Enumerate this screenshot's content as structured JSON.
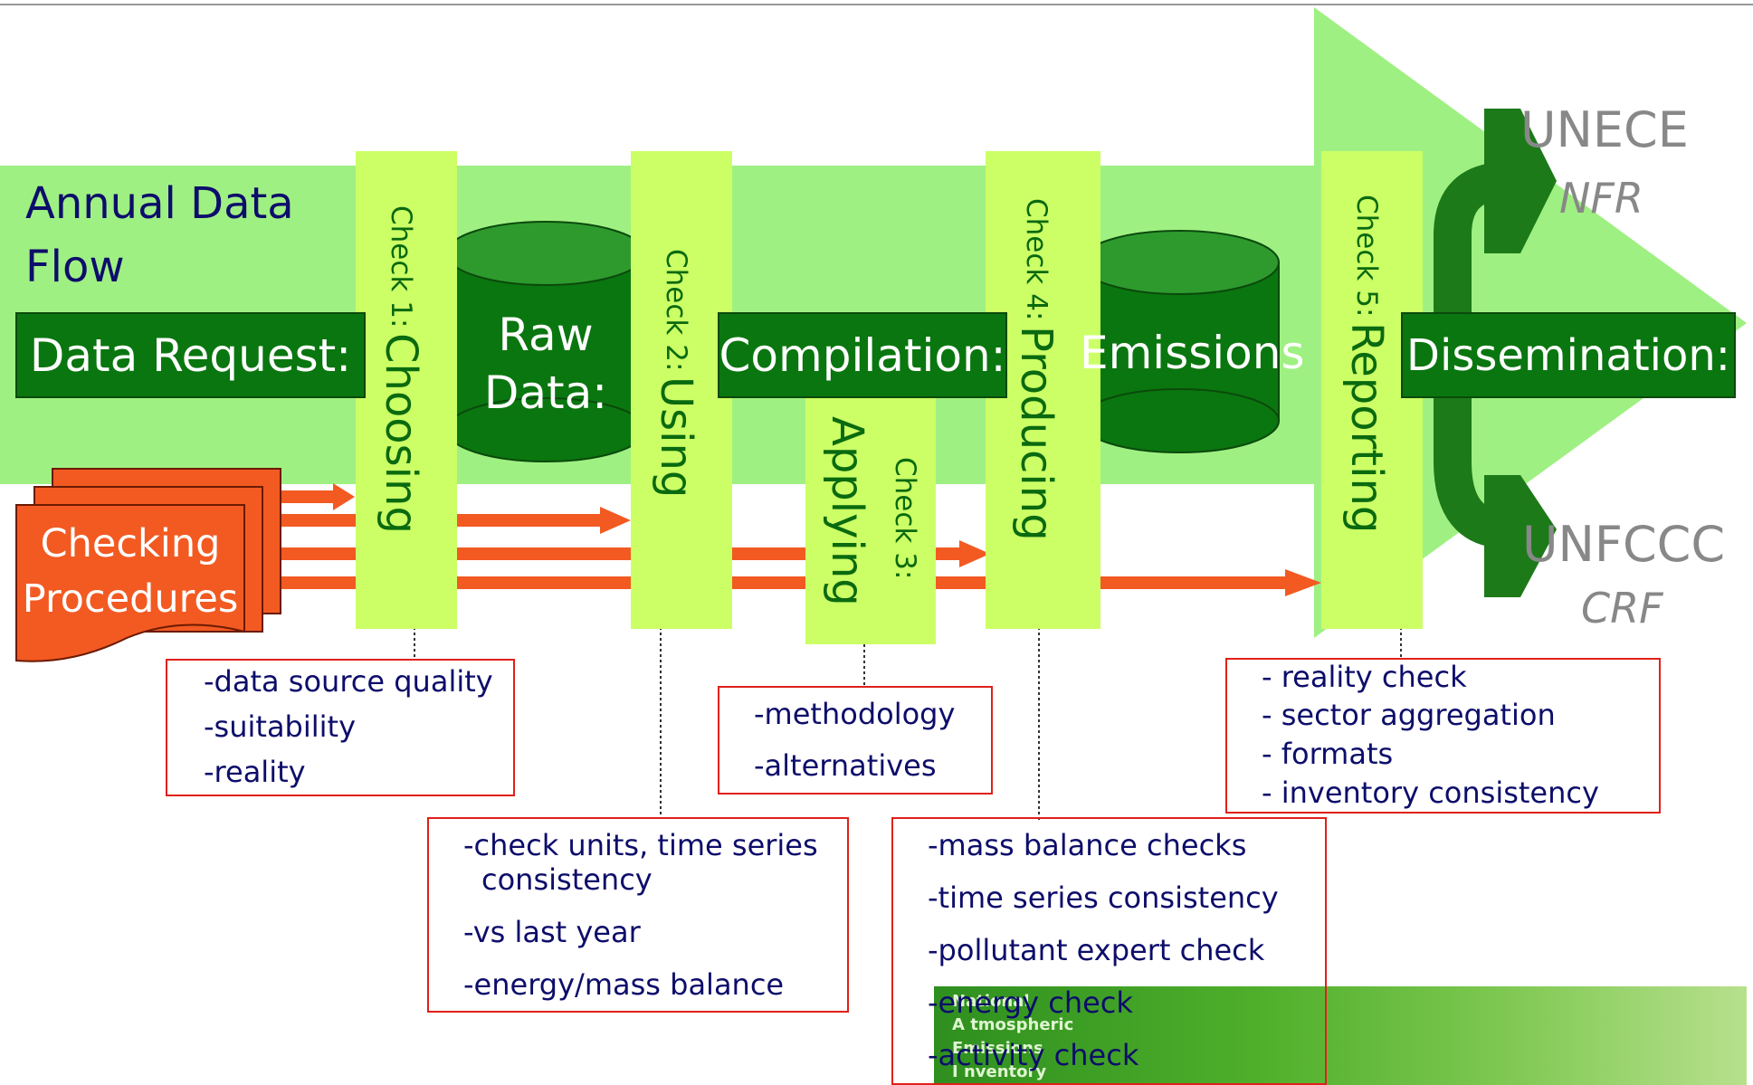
{
  "title": [
    "Annual Data",
    "Flow"
  ],
  "stages": {
    "data_request": "Data Request:",
    "compilation": "Compilation:",
    "dissemination": "Dissemination:"
  },
  "databases": {
    "raw_data": [
      "Raw",
      "Data:"
    ],
    "emissions": "Emissions"
  },
  "checks": [
    {
      "num": "Check 1:",
      "verb": "Choosing"
    },
    {
      "num": "Check 2:",
      "verb": "Using"
    },
    {
      "num": "Check 3:",
      "verb": "Applying"
    },
    {
      "num": "Check 4:",
      "verb": "Producing"
    },
    {
      "num": "Check 5:",
      "verb": "Reporting"
    }
  ],
  "checking_procedures": [
    "Checking",
    "Procedures"
  ],
  "outputs": {
    "unece": {
      "name": "UNECE",
      "format": "NFR"
    },
    "unfccc": {
      "name": "UNFCCC",
      "format": "CRF"
    }
  },
  "check_items": {
    "check1": [
      "-data source quality",
      "-suitability",
      "-reality"
    ],
    "check2": [
      "-check units, time series",
      "consistency",
      "-vs last year",
      "-energy/mass balance"
    ],
    "check3": [
      "-methodology",
      "-alternatives"
    ],
    "check4": [
      "-mass balance checks",
      "-time series consistency",
      "-pollutant expert check",
      "-energy check",
      "-activity check"
    ],
    "check5": [
      "- reality check",
      "- sector aggregation",
      "- formats",
      "- inventory consistency"
    ]
  },
  "thumbnail_text": [
    "National",
    "A tmospheric",
    "Emissions",
    "I nventory"
  ],
  "colors": {
    "band": "#9ff082",
    "stage_box": "#0a760f",
    "check_bar": "#ccff66",
    "procedure": "#f25a22",
    "arrow": "#f25a22",
    "box_border": "#e0201a",
    "text_navy": "#0d0d6b",
    "output_grey": "#888888"
  }
}
